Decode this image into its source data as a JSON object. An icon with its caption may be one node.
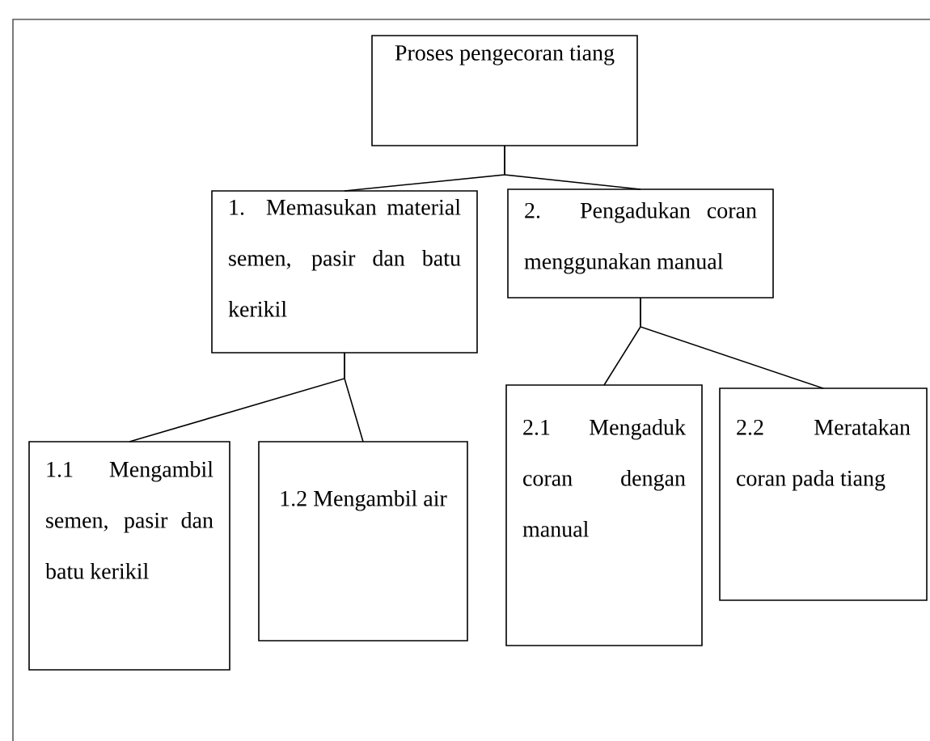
{
  "diagram": {
    "nodes": [
      {
        "text": [
          "Proses pengecoran tiang"
        ]
      },
      {
        "text": [
          "1. Memasukan material semen, pasir dan batu kerikil"
        ]
      },
      {
        "text": [
          "2. Pengadukan coran menggunakan manual"
        ]
      },
      {
        "text": [
          "1.1 Mengambil semen, pasir dan batu kerikil"
        ]
      },
      {
        "text": [
          "1.2 Mengambil air"
        ]
      },
      {
        "text": [
          "2.1 Mengaduk coran dengan manual"
        ]
      },
      {
        "text": [
          "2.2 Meratakan coran pada tiang"
        ]
      }
    ],
    "edges": [
      {
        "from": 0,
        "to": 1,
        "arrow": "none"
      },
      {
        "from": 0,
        "to": 2,
        "arrow": "none"
      },
      {
        "from": 1,
        "to": 3,
        "arrow": "none"
      },
      {
        "from": 1,
        "to": 4,
        "arrow": "none"
      },
      {
        "from": 2,
        "to": 5,
        "arrow": "none"
      },
      {
        "from": 2,
        "to": 6,
        "arrow": "none"
      }
    ]
  }
}
